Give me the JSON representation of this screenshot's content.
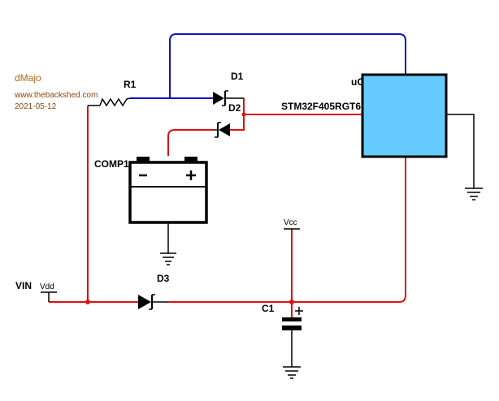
{
  "author": {
    "name": "dMajo",
    "website": "www.thebackshed.com",
    "date": "2021-05-12"
  },
  "colors": {
    "author": "#b5651d",
    "meta": "#8b4513",
    "wire_red": "#e01010",
    "wire_blue": "#1010c8",
    "wire_black": "#000000",
    "mcu_fill": "#66ccff"
  },
  "components": {
    "r1": "R1",
    "d1": "D1",
    "d2": "D2",
    "d3": "D3",
    "comp1": "COMP1",
    "c1": "C1",
    "uc": "uC",
    "mcu_part": "STM32F405RGT6",
    "vdd": "Vdd",
    "vcc": "Vcc",
    "vin": "VIN"
  }
}
